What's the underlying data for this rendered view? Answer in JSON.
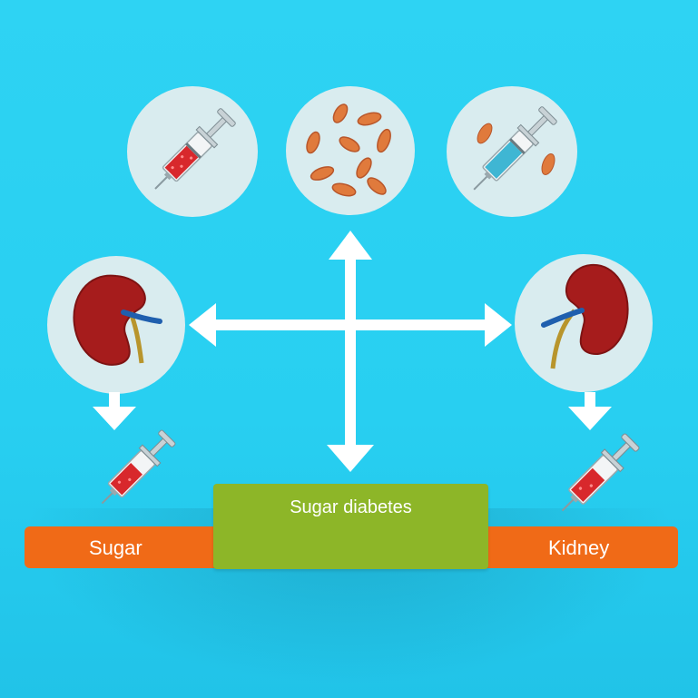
{
  "labels": {
    "center": "Sugar diabetes",
    "left": "Sugar",
    "right": "Kidney"
  },
  "icons": [
    "syringe-red-icon",
    "pills-icon",
    "syringe-blue-icon",
    "kidney-icon",
    "arrow-icon"
  ],
  "colors": {
    "background": "#2ed3f3",
    "circle": "#d9ecef",
    "bar": "#f06a17",
    "center_box": "#8db628",
    "arrow": "#ffffff",
    "blood": "#d8282c",
    "pill": "#e07a3c",
    "kidney": "#a61c1c",
    "blue_liquid": "#3fb6d3"
  }
}
